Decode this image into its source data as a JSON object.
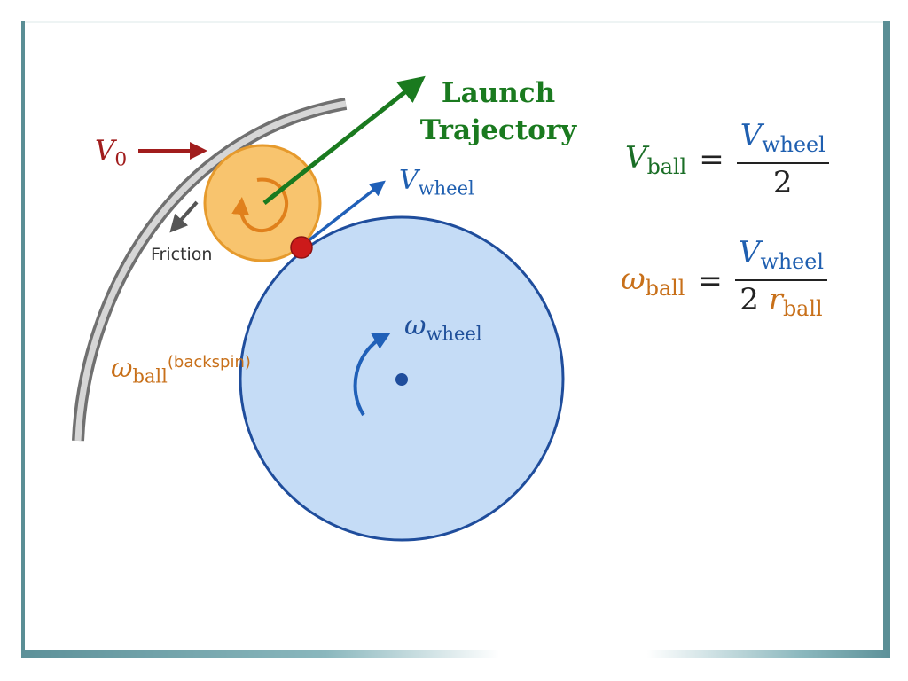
{
  "labels": {
    "launch_line1": "Launch",
    "launch_line2": "Trajectory",
    "friction": "Friction",
    "v0_symbol": "V",
    "v0_sub": "0",
    "vwheel_symbol": "V",
    "vwheel_sub": "wheel",
    "omega_wheel_symbol": "ω",
    "omega_wheel_sub": "wheel",
    "omega_ball_symbol": "ω",
    "omega_ball_sub": "ball",
    "omega_ball_note": "(backspin)"
  },
  "equations": {
    "eq1": {
      "lhs_symbol": "V",
      "lhs_sub": "ball",
      "equals": "=",
      "num_symbol": "V",
      "num_sub": "wheel",
      "den": "2"
    },
    "eq2": {
      "lhs_symbol": "ω",
      "lhs_sub": "ball",
      "equals": "=",
      "num_symbol": "V",
      "num_sub": "wheel",
      "den_coef": "2",
      "den_symbol": "r",
      "den_sub": "ball"
    }
  },
  "colors": {
    "launch": "#1a7a1f",
    "v0": "#a11d1d",
    "wheel_fill": "#c5dcf6",
    "wheel_stroke": "#1f4d9c",
    "ball_fill": "#f8c46e",
    "ball_stroke": "#e69a2c",
    "ball_spin": "#e0801c",
    "contact": "#cc1a1a",
    "guide": "#8a8a8a",
    "friction_arrow": "#555555"
  }
}
